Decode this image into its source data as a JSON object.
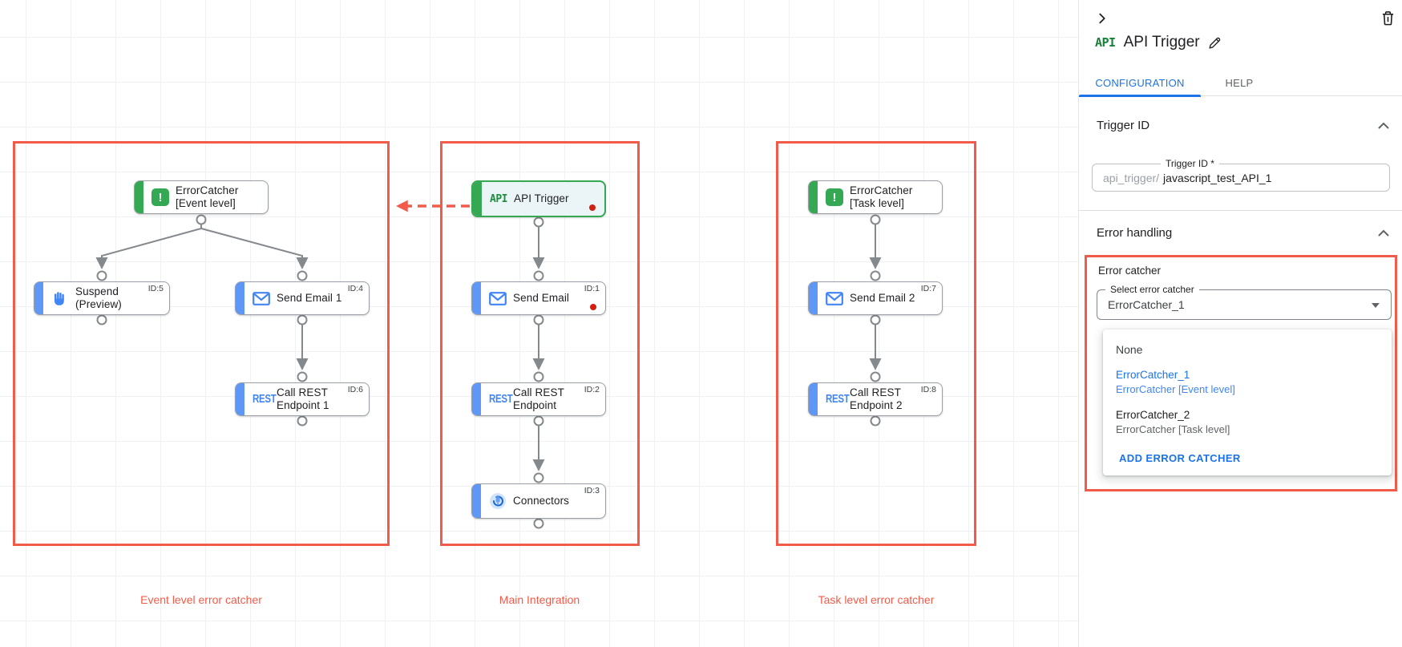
{
  "colors": {
    "annotation_red": "#f25b49",
    "node_green": "#34a853",
    "node_blue": "#5e97f6",
    "icon_blue": "#4285f4",
    "link_blue": "#1a73e8",
    "error_dot_red": "#d41e12"
  },
  "canvas": {
    "groups": [
      {
        "label": "Event level error catcher",
        "nodes": [
          {
            "label": "ErrorCatcher [Event level]",
            "icon": "error-catcher-icon",
            "id_badge": ""
          },
          {
            "label": "Suspend (Preview)",
            "icon": "hand-icon",
            "id_badge": "ID:5"
          },
          {
            "label": "Send Email 1",
            "icon": "email-icon",
            "id_badge": "ID:4"
          },
          {
            "label": "Call REST Endpoint 1",
            "icon": "rest-icon",
            "id_badge": "ID:6"
          }
        ]
      },
      {
        "label": "Main Integration",
        "nodes": [
          {
            "label": "API Trigger",
            "icon": "api-icon",
            "id_badge": ""
          },
          {
            "label": "Send Email",
            "icon": "email-icon",
            "id_badge": "ID:1"
          },
          {
            "label": "Call REST Endpoint",
            "icon": "rest-icon",
            "id_badge": "ID:2"
          },
          {
            "label": "Connectors",
            "icon": "connectors-icon",
            "id_badge": "ID:3"
          }
        ]
      },
      {
        "label": "Task level error catcher",
        "nodes": [
          {
            "label": "ErrorCatcher [Task level]",
            "icon": "error-catcher-icon",
            "id_badge": ""
          },
          {
            "label": "Send Email 2",
            "icon": "email-icon",
            "id_badge": "ID:7"
          },
          {
            "label": "Call REST Endpoint 2",
            "icon": "rest-icon",
            "id_badge": "ID:8"
          }
        ]
      }
    ]
  },
  "panel": {
    "header": {
      "badge": "API",
      "title": "API Trigger"
    },
    "tabs": {
      "configuration": "CONFIGURATION",
      "help": "HELP"
    },
    "trigger_id": {
      "title": "Trigger ID",
      "field_label": "Trigger ID *",
      "prefix": "api_trigger/",
      "value": "javascript_test_API_1"
    },
    "error_handling": {
      "title": "Error handling",
      "group_label": "Error catcher",
      "select_label": "Select error catcher",
      "select_value": "ErrorCatcher_1",
      "menu": {
        "none_label": "None",
        "options": [
          {
            "name": "ErrorCatcher_1",
            "desc": "ErrorCatcher [Event level]"
          },
          {
            "name": "ErrorCatcher_2",
            "desc": "ErrorCatcher [Task level]"
          }
        ],
        "action_label": "ADD ERROR CATCHER"
      }
    }
  }
}
